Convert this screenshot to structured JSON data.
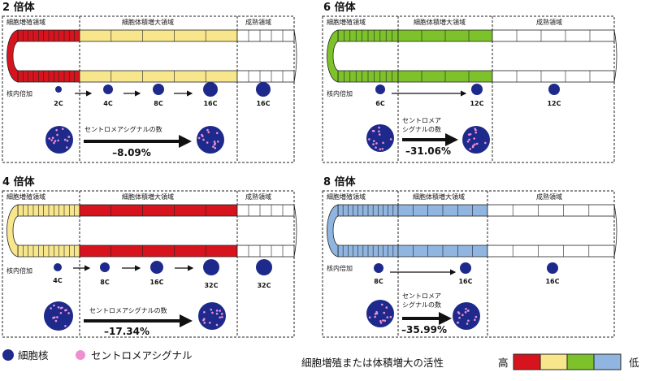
{
  "legend": {
    "nucleus_label": "細胞核",
    "centromere_label": "セントロメアシグナル",
    "activity_label": "細胞増殖または体積増大の活性",
    "high": "高",
    "low": "低",
    "activity_colors": [
      "#d7141d",
      "#f7e68c",
      "#7dc22a",
      "#8fb5e0"
    ]
  },
  "colors": {
    "nucleus": "#1d2a8c",
    "centromere": "#ee8fd2"
  },
  "panels": [
    {
      "title": "2 倍体",
      "zones": [
        "細胞増殖領域",
        "細胞体積増大領域",
        "成熟領域"
      ],
      "zone_colors": [
        "#d7141d",
        "#f7e68c",
        "#ffffff"
      ],
      "endo_label": "核内倍加",
      "nuclei": [
        "2C",
        "4C",
        "8C",
        "16C",
        "16C"
      ],
      "signal_label": "セントロメアシグナルの数",
      "percent": "–8.09%"
    },
    {
      "title": "6 倍体",
      "zones": [
        "細胞増殖領域",
        "細胞体積増大領域",
        "成熟領域"
      ],
      "zone_colors": [
        "#7dc22a",
        "#7dc22a",
        "#ffffff"
      ],
      "endo_label": "核内倍加",
      "nuclei": [
        "6C",
        "12C",
        "12C"
      ],
      "signal_label_lines": [
        "セントロメア",
        "シグナルの数"
      ],
      "percent": "–31.06%"
    },
    {
      "title": "4 倍体",
      "zones": [
        "細胞増殖領域",
        "細胞体積増大領域",
        "成熟領域"
      ],
      "zone_colors": [
        "#f7e68c",
        "#d7141d",
        "#ffffff"
      ],
      "endo_label": "核内倍加",
      "nuclei": [
        "4C",
        "8C",
        "16C",
        "32C",
        "32C"
      ],
      "signal_label": "セントロメアシグナルの数",
      "percent": "–17.34%"
    },
    {
      "title": "8 倍体",
      "zones": [
        "細胞増殖領域",
        "細胞体積増大領域",
        "成熟領域"
      ],
      "zone_colors": [
        "#8fb5e0",
        "#8fb5e0",
        "#ffffff"
      ],
      "endo_label": "核内倍加",
      "nuclei": [
        "8C",
        "16C",
        "16C"
      ],
      "signal_label_lines": [
        "セントロメア",
        "シグナルの数"
      ],
      "percent": "–35.99%"
    }
  ]
}
